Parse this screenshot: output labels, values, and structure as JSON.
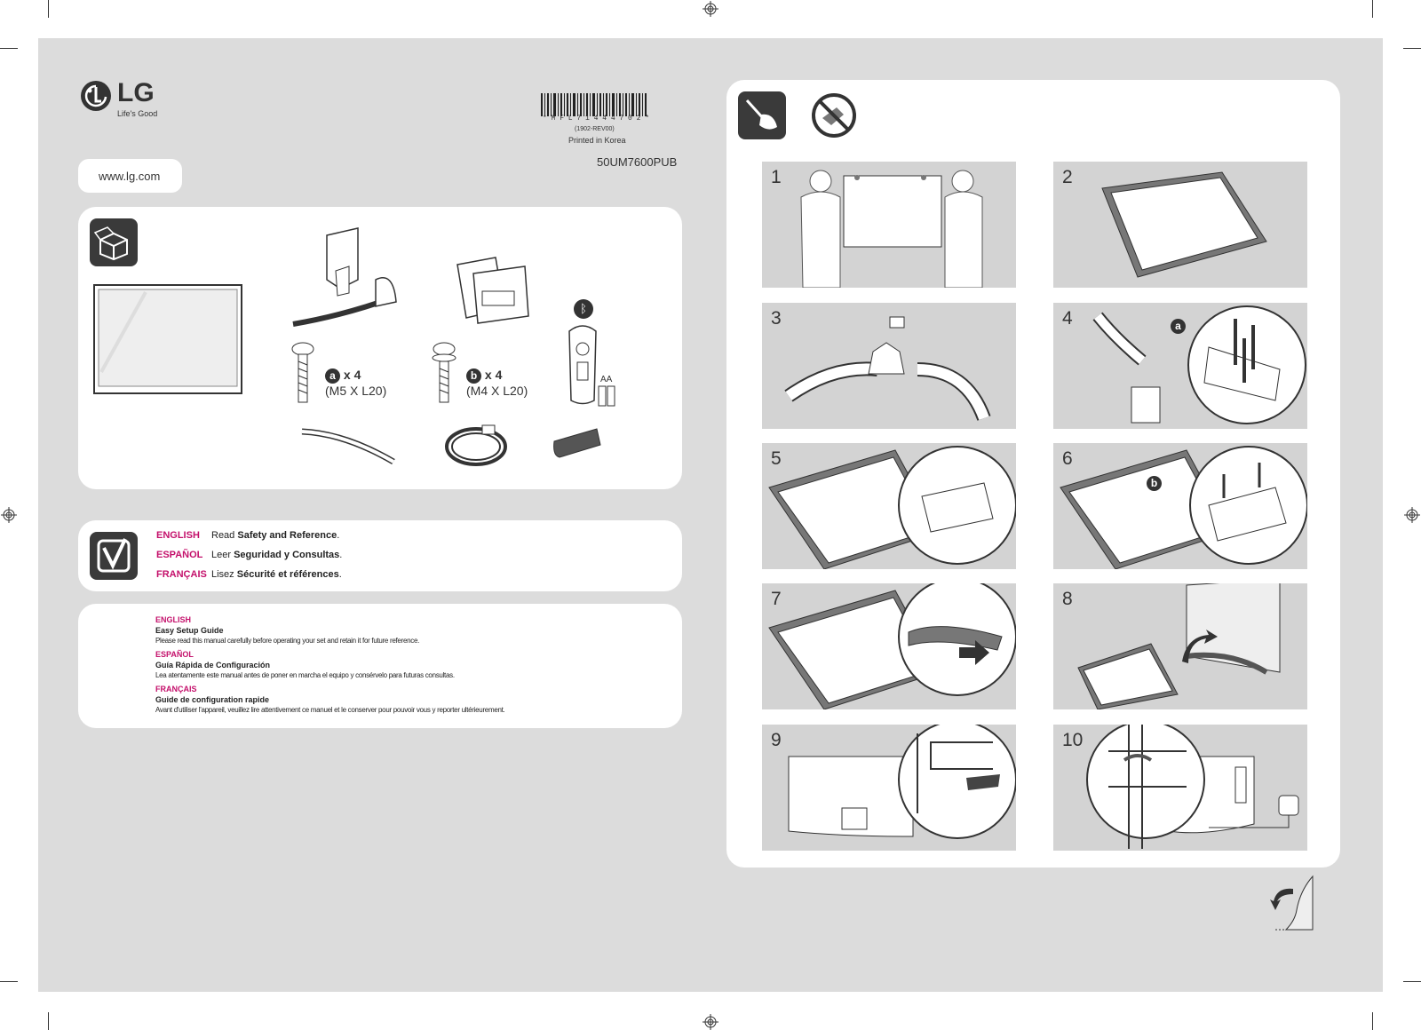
{
  "brand": {
    "logo_text": "LG",
    "tagline": "Life's Good",
    "website": "www.lg.com"
  },
  "doc": {
    "barcode_text": "* M F L 7 1 4 4 4 7 0 2 *",
    "revision": "(1902-REV00)",
    "printed": "Printed in Korea",
    "model": "50UM7600PUB"
  },
  "components": {
    "screw_a": {
      "letter": "a",
      "qty": "x 4",
      "size": "(M5 X L20)"
    },
    "screw_b": {
      "letter": "b",
      "qty": "x 4",
      "size": "(M4 X L20)"
    },
    "battery_label": "AA",
    "bluetooth_icon": "bluetooth-icon"
  },
  "read_panel": [
    {
      "lang": "ENGLISH",
      "prefix": "Read ",
      "bold": "Safety and Reference",
      "suffix": "."
    },
    {
      "lang": "ESPAÑOL",
      "prefix": "Leer ",
      "bold": "Seguridad y Consultas",
      "suffix": "."
    },
    {
      "lang": "FRANÇAIS",
      "prefix": "Lisez ",
      "bold": "Sécurité et références",
      "suffix": "."
    }
  ],
  "guide_panel": [
    {
      "lang": "ENGLISH",
      "title": "Easy Setup Guide",
      "text": "Please read this manual carefully before operating your set and retain it for future reference."
    },
    {
      "lang": "ESPAÑOL",
      "title": "Guía Rápida de Configuración",
      "text": "Lea atentamente este manual antes de poner en marcha el equipo y consérvelo para futuras consultas."
    },
    {
      "lang": "FRANÇAIS",
      "title": "Guide de configuration rapide",
      "text": "Avant d'utiliser l'appareil, veuillez lire attentivement ce manuel et le conserver pour pouvoir vous y reporter ultérieurement."
    }
  ],
  "steps": [
    "1",
    "2",
    "3",
    "4",
    "5",
    "6",
    "7",
    "8",
    "9",
    "10"
  ],
  "step_badges": {
    "step4": "a",
    "step6": "b"
  },
  "colors": {
    "accent": "#c4106b",
    "panel_bg": "#dcdcdc",
    "step_bg": "#d3d3d3"
  }
}
